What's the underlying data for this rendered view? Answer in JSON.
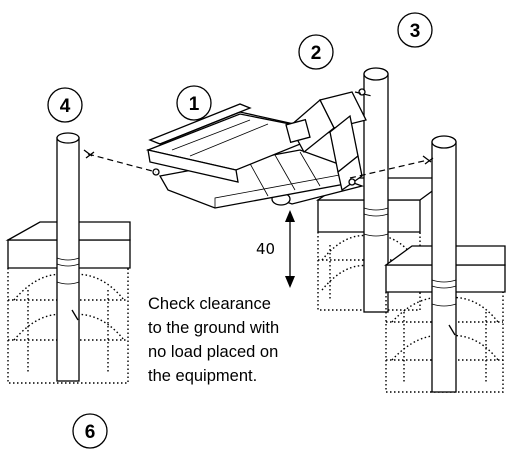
{
  "callouts": {
    "c1": "1",
    "c2": "2",
    "c3": "3",
    "c4": "4",
    "c6": "6"
  },
  "dimension": {
    "value": "40"
  },
  "note": {
    "line1": "Check clearance",
    "line2": "to the ground with",
    "line3": "no load placed  on",
    "line4": "the equipment."
  }
}
